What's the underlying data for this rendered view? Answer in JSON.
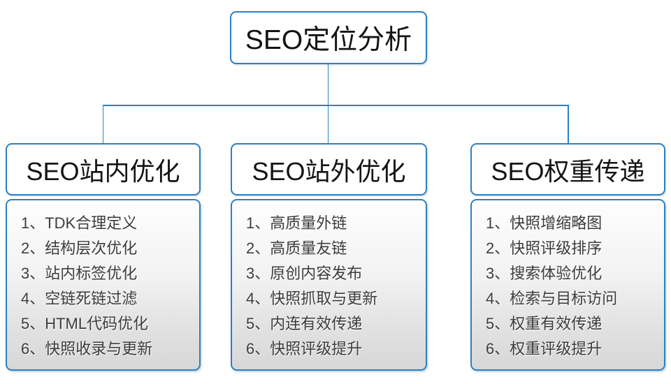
{
  "diagram": {
    "root": {
      "label": "SEO定位分析"
    },
    "columns": [
      {
        "header": "SEO站内优化",
        "items": [
          "1、TDK合理定义",
          "2、结构层次优化",
          "3、站内标签优化",
          "4、空链死链过滤",
          "5、HTML代码优化",
          "6、快照收录与更新"
        ]
      },
      {
        "header": "SEO站外优化",
        "items": [
          "1、高质量外链",
          "2、高质量友链",
          "3、原创内容发布",
          "4、快照抓取与更新",
          "5、内连有效传递",
          "6、快照评级提升"
        ]
      },
      {
        "header": "SEO权重传递",
        "items": [
          "1、快照增缩略图",
          "2、快照评级排序",
          "3、搜索体验优化",
          "4、检索与目标访问",
          "5、权重有效传递",
          "6、权重评级提升"
        ]
      }
    ],
    "colors": {
      "accent_blue": "#2b80c4",
      "heading_text": "#141414",
      "item_text": "#3c3c3c",
      "list_gradient_top": "#fefefe",
      "list_gradient_bottom": "#d7d7d7",
      "background": "#ffffff"
    }
  }
}
